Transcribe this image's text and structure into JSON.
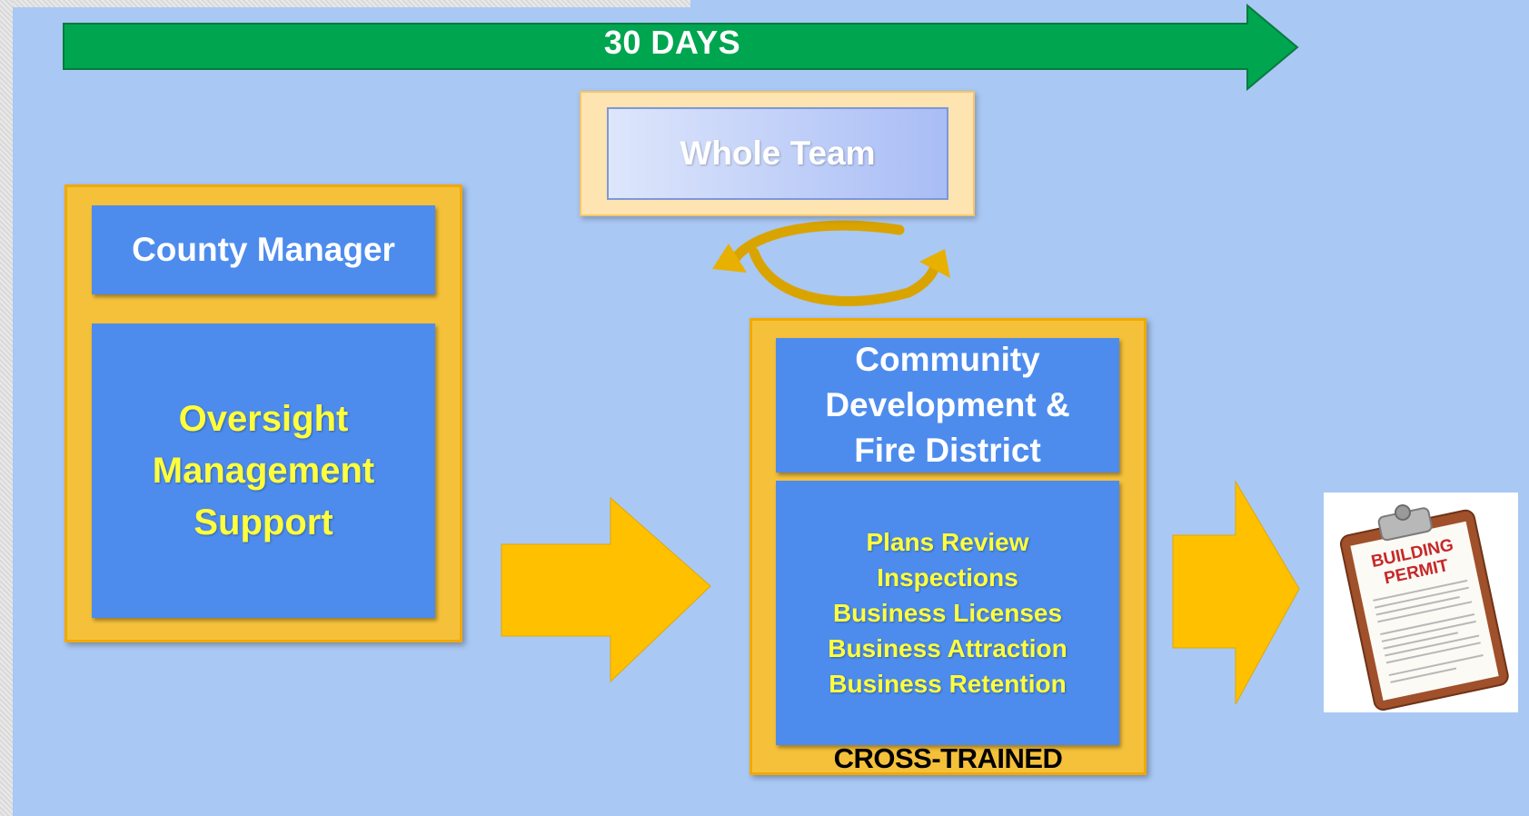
{
  "timeline": {
    "label": "30 DAYS",
    "color": "#00a550"
  },
  "whole_team": {
    "label": "Whole Team"
  },
  "left_block": {
    "header": "County Manager",
    "roles": [
      "Oversight",
      "Management",
      "Support"
    ]
  },
  "right_block": {
    "header_lines": [
      "Community",
      "Development &",
      "Fire District"
    ],
    "services": [
      "Plans Review",
      "Inspections",
      "Business Licenses",
      "Business Attraction",
      "Business Retention"
    ],
    "footer": "CROSS-TRAINED"
  },
  "permit": {
    "title_lines": [
      "BUILDING",
      "PERMIT"
    ]
  },
  "colors": {
    "background": "#a9c8f4",
    "frame_gold": "#f5c13a",
    "box_blue": "#4d8ced",
    "highlight_text": "#ffff3c",
    "flow_arrow": "#ffc000"
  }
}
